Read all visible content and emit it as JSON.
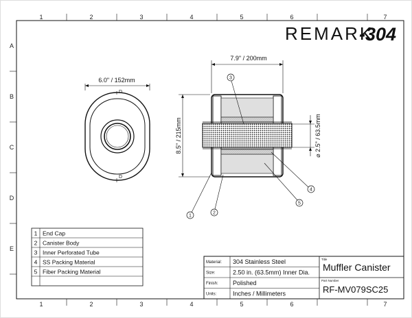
{
  "logo": {
    "brand": "REMARK",
    "suffix": "-304"
  },
  "grid": {
    "columns": [
      "1",
      "2",
      "3",
      "4",
      "5",
      "6",
      "7"
    ],
    "rows": [
      "A",
      "B",
      "C",
      "D",
      "E"
    ]
  },
  "end_view": {
    "width_label": "6.0\" / 152mm",
    "marker_top": "D",
    "marker_bottom": "D"
  },
  "side_view": {
    "length_label": "7.9\" / 200mm",
    "height_label": "8.5\" / 215mm",
    "inner_dia_label": "⌀ 2.5\" / 63.5mm"
  },
  "balloons": [
    "1",
    "2",
    "3",
    "4",
    "5"
  ],
  "parts": [
    {
      "num": "1",
      "name": "End Cap"
    },
    {
      "num": "2",
      "name": "Canister Body"
    },
    {
      "num": "3",
      "name": "Inner Perforated Tube"
    },
    {
      "num": "4",
      "name": "SS Packing Material"
    },
    {
      "num": "5",
      "name": "Fiber Packing Material"
    }
  ],
  "title_block": {
    "material_label": "Material:",
    "material_value": "304 Stainless Steel",
    "size_label": "Size:",
    "size_value": "2.50 in. (63.5mm) Inner Dia.",
    "finish_label": "Finish:",
    "finish_value": "Polished",
    "units_label": "Units:",
    "units_value": "Inches / Millimeters",
    "title_label": "Title",
    "title_value": "Muffler Canister",
    "part_label": "Part Number",
    "part_value": "RF-MV079SC25"
  },
  "colors": {
    "ink": "#111111",
    "packing_ss": "#cfcfcf",
    "packing_fiber": "#e6e6e6"
  }
}
